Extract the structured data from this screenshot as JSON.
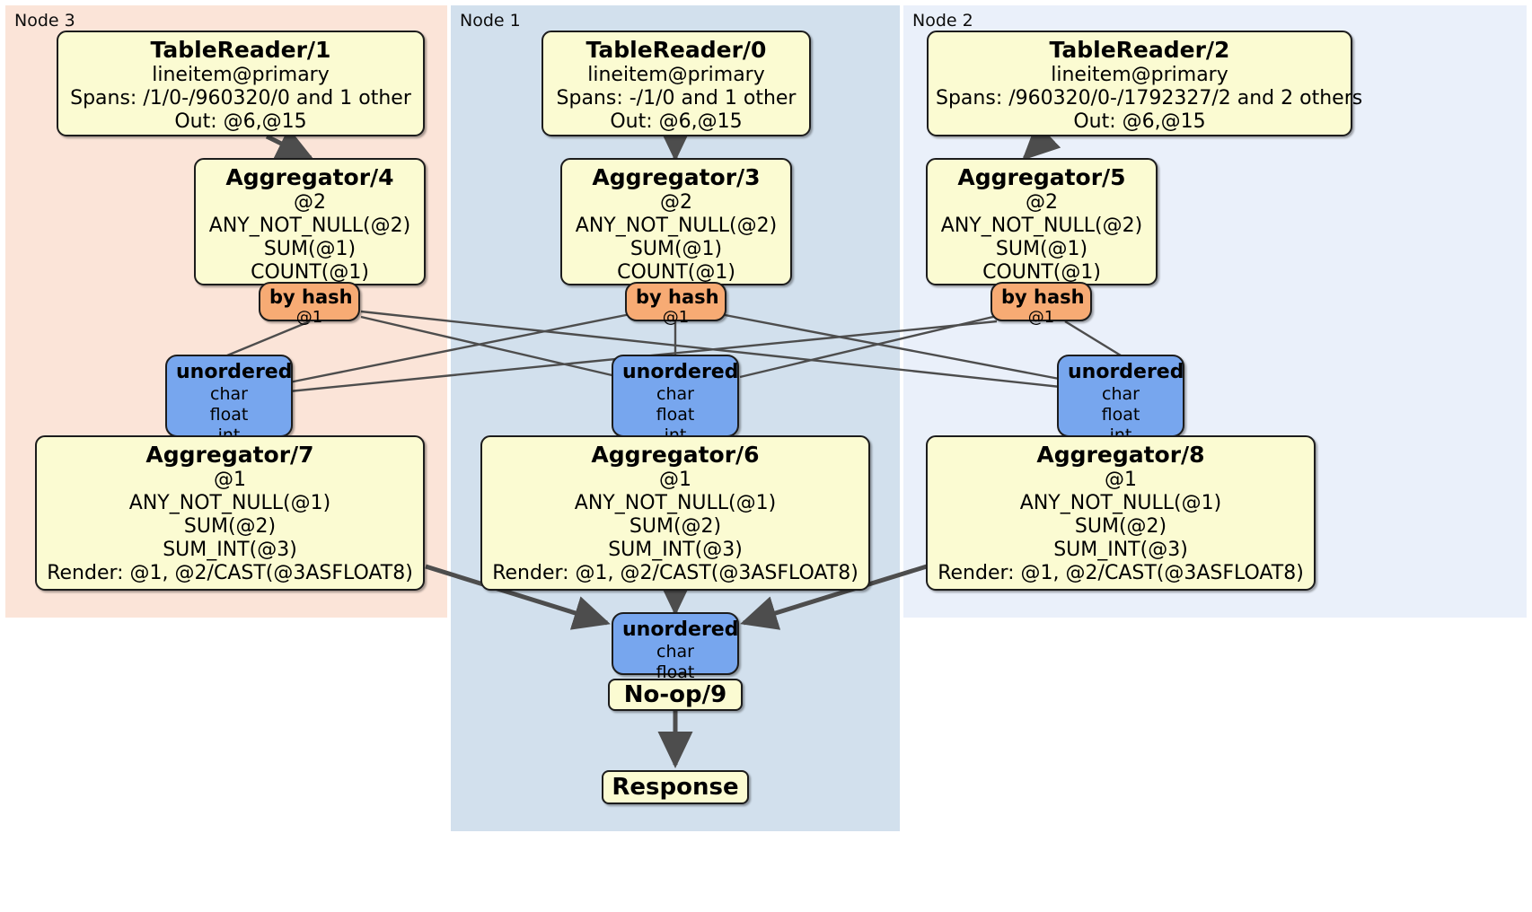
{
  "diagram": {
    "type": "distributed-query-plan",
    "colors": {
      "node3_panel": "#fbe4d8",
      "node1_panel": "#d2e0ed",
      "node2_panel": "#eaf0fa",
      "processor_box": "#fbfbd2",
      "output_router": "#f7ab74",
      "input_sync": "#77a6ee",
      "edge": "#4d4d4d",
      "border": "#1c1c1c"
    }
  },
  "panels": [
    {
      "label": "Node 3"
    },
    {
      "label": "Node 1"
    },
    {
      "label": "Node 2"
    }
  ],
  "processors": {
    "table_reader_1": {
      "title": "TableReader/1",
      "lines": [
        "lineitem@primary",
        "Spans: /1/0-/960320/0 and 1 other",
        "Out: @6,@15"
      ]
    },
    "table_reader_0": {
      "title": "TableReader/0",
      "lines": [
        "lineitem@primary",
        "Spans: -/1/0 and 1 other",
        "Out: @6,@15"
      ]
    },
    "table_reader_2": {
      "title": "TableReader/2",
      "lines": [
        "lineitem@primary",
        "Spans: /960320/0-/1792327/2 and 2 others",
        "Out: @6,@15"
      ]
    },
    "aggregator_4": {
      "title": "Aggregator/4",
      "lines": [
        "@2",
        "ANY_NOT_NULL(@2)",
        "SUM(@1)",
        "COUNT(@1)"
      ]
    },
    "aggregator_3": {
      "title": "Aggregator/3",
      "lines": [
        "@2",
        "ANY_NOT_NULL(@2)",
        "SUM(@1)",
        "COUNT(@1)"
      ]
    },
    "aggregator_5": {
      "title": "Aggregator/5",
      "lines": [
        "@2",
        "ANY_NOT_NULL(@2)",
        "SUM(@1)",
        "COUNT(@1)"
      ]
    },
    "aggregator_7": {
      "title": "Aggregator/7",
      "lines": [
        "@1",
        "ANY_NOT_NULL(@1)",
        "SUM(@2)",
        "SUM_INT(@3)",
        "Render: @1, @2/CAST(@3ASFLOAT8)"
      ]
    },
    "aggregator_6": {
      "title": "Aggregator/6",
      "lines": [
        "@1",
        "ANY_NOT_NULL(@1)",
        "SUM(@2)",
        "SUM_INT(@3)",
        "Render: @1, @2/CAST(@3ASFLOAT8)"
      ]
    },
    "aggregator_8": {
      "title": "Aggregator/8",
      "lines": [
        "@1",
        "ANY_NOT_NULL(@1)",
        "SUM(@2)",
        "SUM_INT(@3)",
        "Render: @1, @2/CAST(@3ASFLOAT8)"
      ]
    },
    "noop_9": {
      "title": "No-op/9"
    },
    "response": {
      "title": "Response"
    }
  },
  "routers": {
    "by_hash_4": {
      "title": "by hash",
      "lines": [
        "@1"
      ]
    },
    "by_hash_3": {
      "title": "by hash",
      "lines": [
        "@1"
      ]
    },
    "by_hash_5": {
      "title": "by hash",
      "lines": [
        "@1"
      ]
    }
  },
  "synchronizers": {
    "unordered_7": {
      "title": "unordered",
      "lines": [
        "char",
        "float",
        "int"
      ]
    },
    "unordered_6": {
      "title": "unordered",
      "lines": [
        "char",
        "float",
        "int"
      ]
    },
    "unordered_8": {
      "title": "unordered",
      "lines": [
        "char",
        "float",
        "int"
      ]
    },
    "unordered_final": {
      "title": "unordered",
      "lines": [
        "char",
        "float"
      ]
    }
  }
}
